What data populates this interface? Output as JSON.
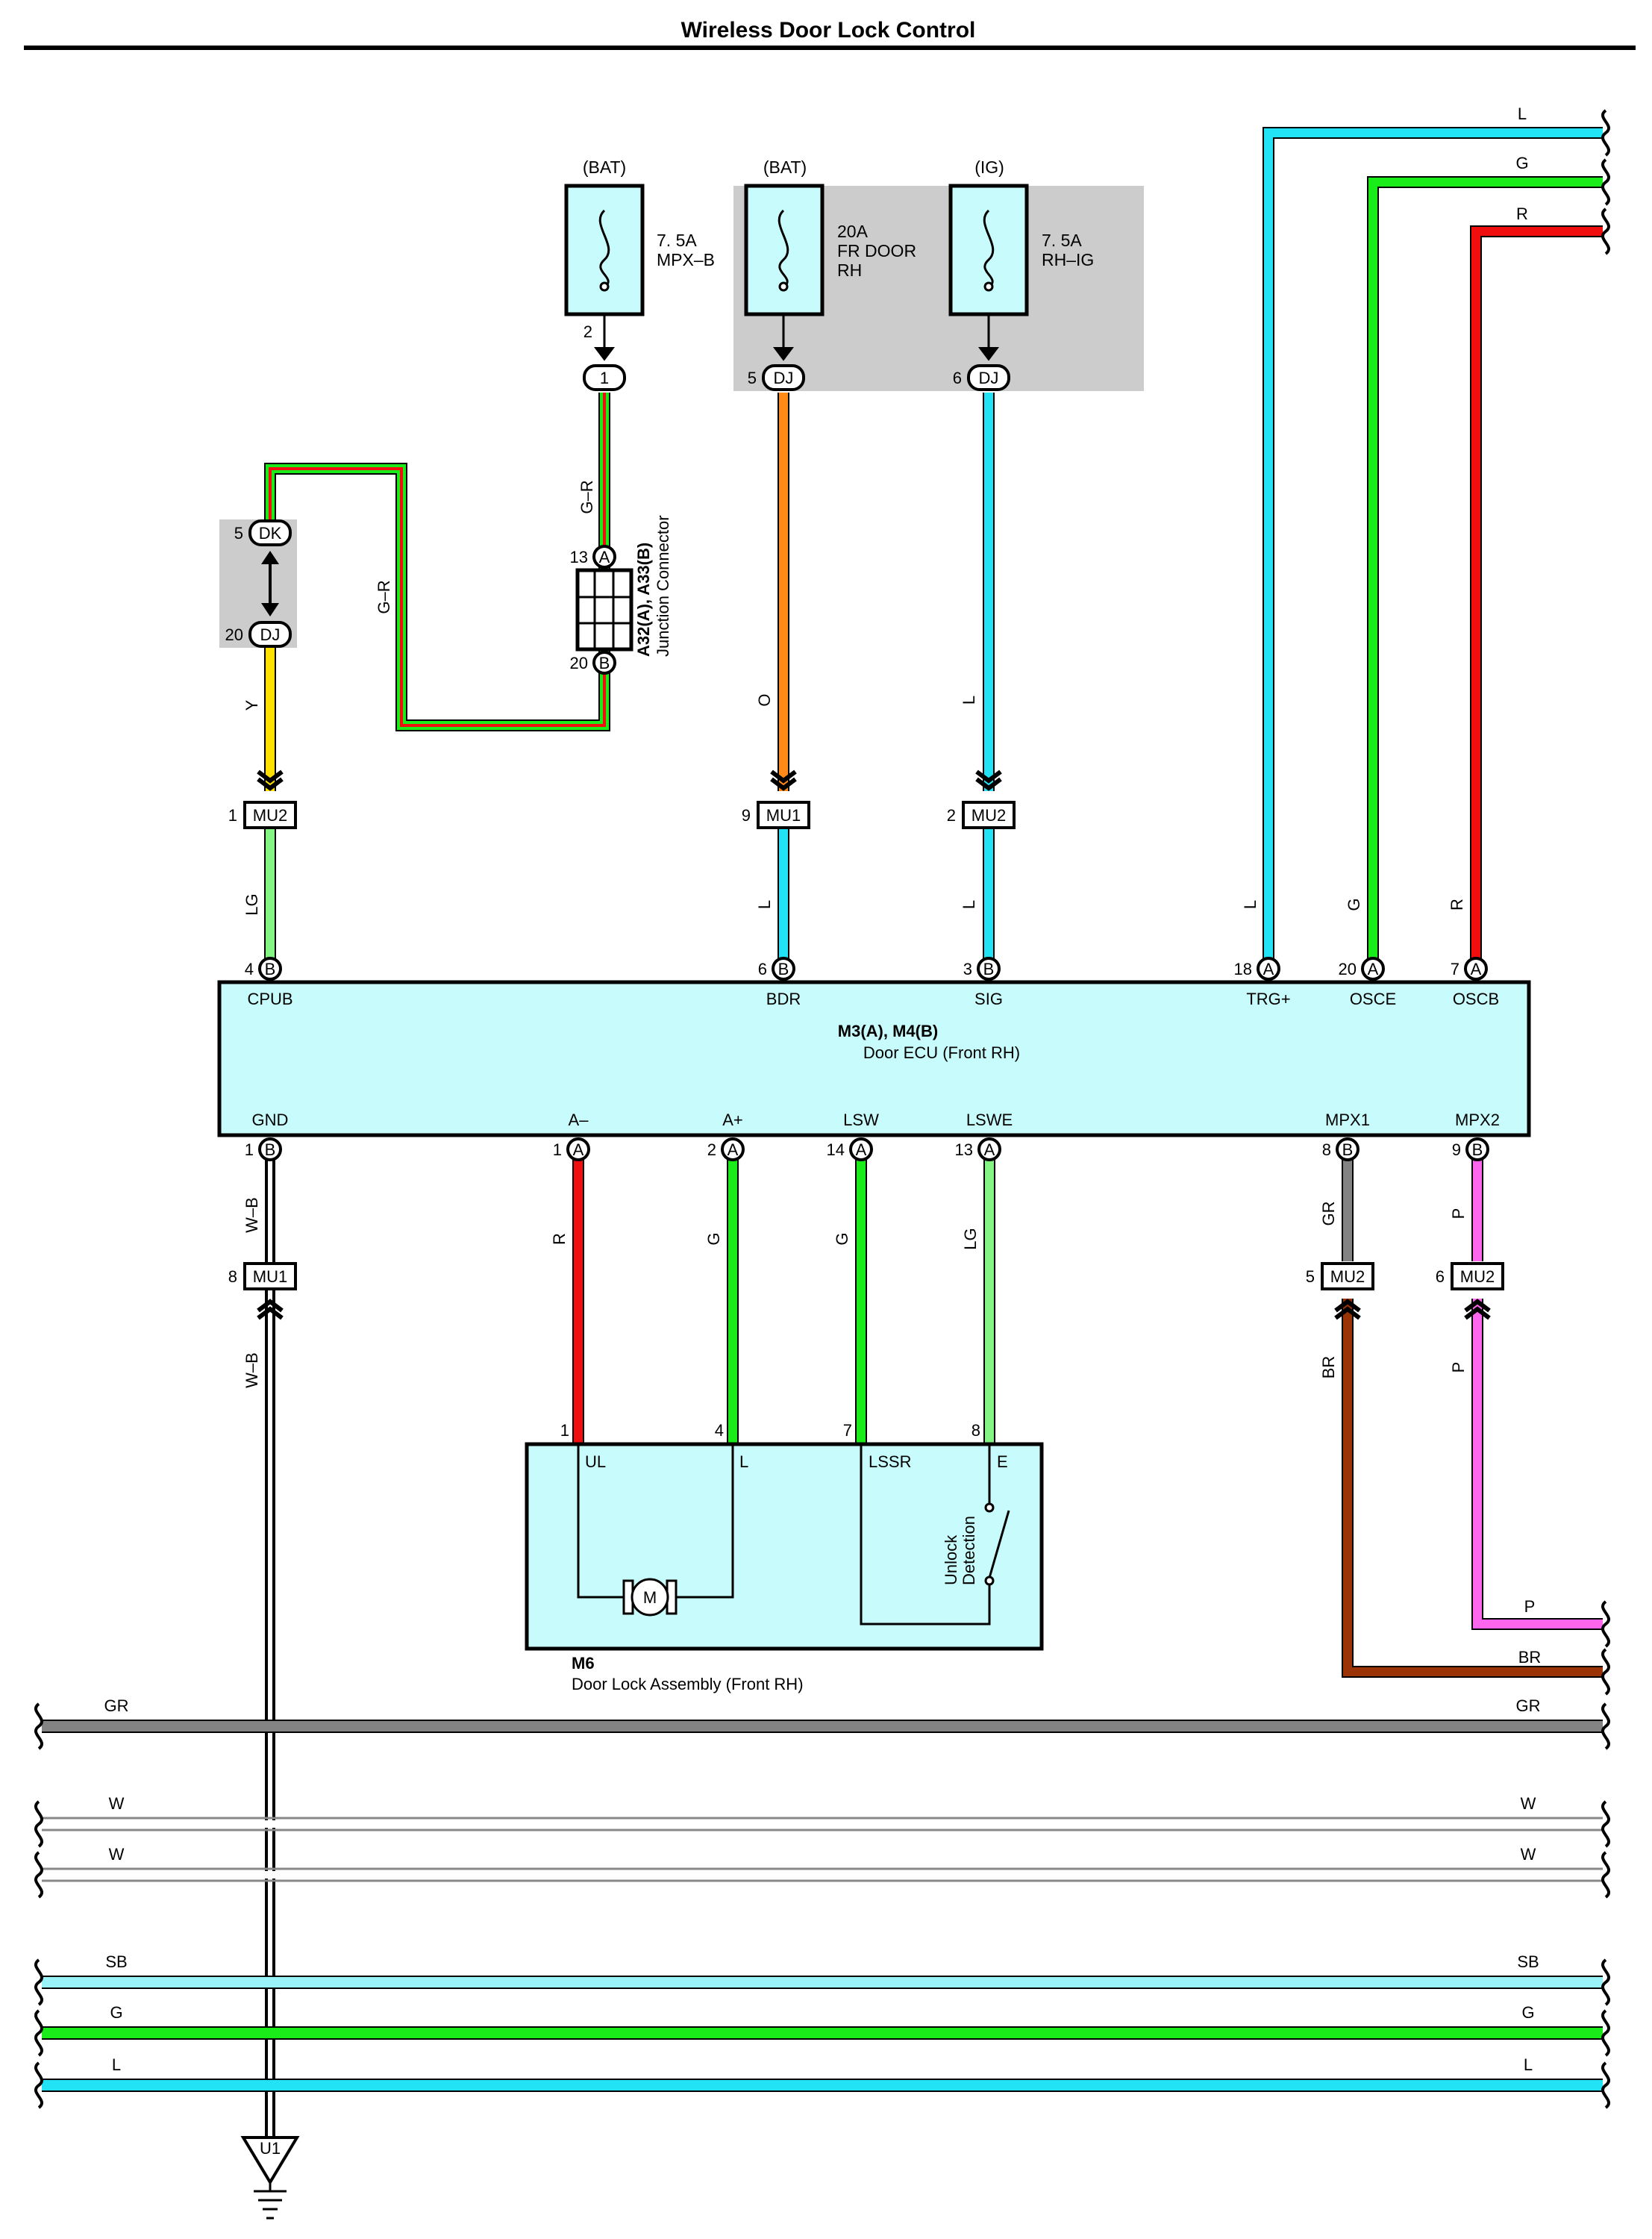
{
  "title": "Wireless Door Lock Control",
  "colors": {
    "L": "#22e2f5",
    "G": "#19ec19",
    "R": "#f00e0e",
    "O": "#ff8a18",
    "Y": "#ffe000",
    "LG": "#84f584",
    "GR": "#838383",
    "P": "#ff66ee",
    "BR": "#9a3406",
    "SB": "#99f2f8",
    "W": "#ffffff",
    "B": "#000000",
    "fuse_box_bg": "#cccccc",
    "component_fill": "#c8fcfc"
  },
  "fuses": [
    {
      "supply": "(BAT)",
      "rating": "7. 5A",
      "name_line1": "MPX–B",
      "name_line2": "",
      "pin": "2",
      "connector": "1"
    },
    {
      "supply": "(BAT)",
      "rating": "20A",
      "name_line1": "FR DOOR",
      "name_line2": "RH",
      "pin": "5",
      "connector": "DJ"
    },
    {
      "supply": "(IG)",
      "rating": "7. 5A",
      "name_line1": "RH–IG",
      "name_line2": "",
      "pin": "6",
      "connector": "DJ"
    }
  ],
  "junction_connector": {
    "id": "A32(A), A33(B)",
    "name": "Junction Connector",
    "top_pin": "13",
    "top_letter": "A",
    "bottom_pin": "20",
    "bottom_letter": "B"
  },
  "dk_dj": {
    "top_pin": "5",
    "top_conn": "DK",
    "bottom_pin": "20",
    "bottom_conn": "DJ"
  },
  "mid_connectors": [
    {
      "pin": "1",
      "name": "MU2"
    },
    {
      "pin": "9",
      "name": "MU1"
    },
    {
      "pin": "2",
      "name": "MU2"
    },
    {
      "pin": "8",
      "name": "MU1"
    },
    {
      "pin": "5",
      "name": "MU2"
    },
    {
      "pin": "6",
      "name": "MU2"
    }
  ],
  "ecu": {
    "id": "M3(A), M4(B)",
    "name": "Door ECU (Front RH)",
    "top_terminals": [
      {
        "name": "CPUB",
        "pin": "4",
        "letter": "B"
      },
      {
        "name": "BDR",
        "pin": "6",
        "letter": "B"
      },
      {
        "name": "SIG",
        "pin": "3",
        "letter": "B"
      },
      {
        "name": "TRG+",
        "pin": "18",
        "letter": "A"
      },
      {
        "name": "OSCE",
        "pin": "20",
        "letter": "A"
      },
      {
        "name": "OSCB",
        "pin": "7",
        "letter": "A"
      }
    ],
    "bottom_terminals": [
      {
        "name": "GND",
        "pin": "1",
        "letter": "B"
      },
      {
        "name": "A–",
        "pin": "1",
        "letter": "A"
      },
      {
        "name": "A+",
        "pin": "2",
        "letter": "A"
      },
      {
        "name": "LSW",
        "pin": "14",
        "letter": "A"
      },
      {
        "name": "LSWE",
        "pin": "13",
        "letter": "A"
      },
      {
        "name": "MPX1",
        "pin": "8",
        "letter": "B"
      },
      {
        "name": "MPX2",
        "pin": "9",
        "letter": "B"
      }
    ]
  },
  "door_lock": {
    "id": "M6",
    "name": "Door Lock Assembly (Front RH)",
    "pins": [
      "1",
      "4",
      "7",
      "8"
    ],
    "terminals": [
      "UL",
      "L",
      "LSSR",
      "E"
    ],
    "motor": "M",
    "switch_line1": "Unlock",
    "switch_line2": "Detection"
  },
  "ground": "U1",
  "wire_labels": {
    "gr": "G–R",
    "y": "Y",
    "lg": "LG",
    "o": "O",
    "l": "L",
    "g": "G",
    "r": "R",
    "wb": "W–B",
    "grey": "GR",
    "p": "P",
    "br": "BR"
  },
  "bus_lines": [
    {
      "code": "GR",
      "color": "#838383"
    },
    {
      "code": "W",
      "color": "#ffffff"
    },
    {
      "code": "W",
      "color": "#ffffff"
    },
    {
      "code": "SB",
      "color": "#99f2f8"
    },
    {
      "code": "G",
      "color": "#19ec19"
    },
    {
      "code": "L",
      "color": "#22e2f5"
    }
  ],
  "right_incoming": [
    "L",
    "G",
    "R"
  ],
  "right_outgoing": [
    "P",
    "BR"
  ]
}
